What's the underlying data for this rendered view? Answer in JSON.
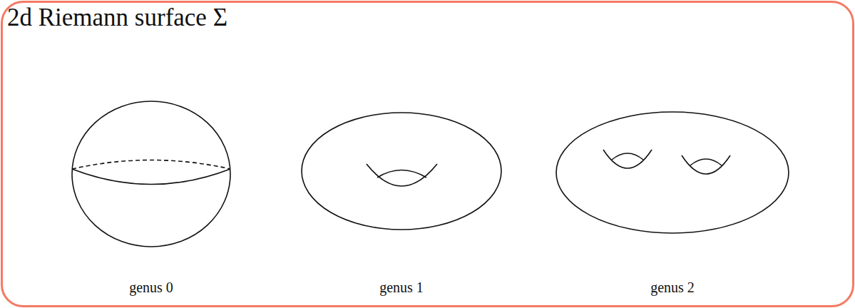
{
  "diagram": {
    "title": "2d Riemann surface Σ",
    "labels": [
      "genus 0",
      "genus 1",
      "genus 2"
    ]
  }
}
